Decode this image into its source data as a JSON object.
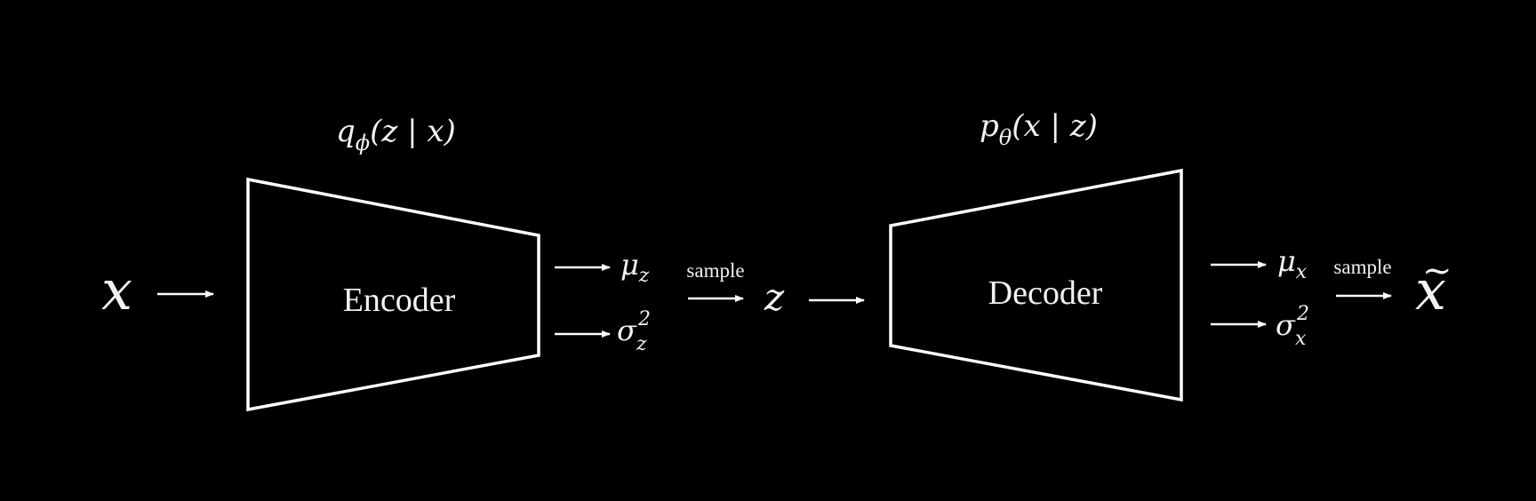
{
  "colors": {
    "background": "#000000",
    "foreground": "#ffffff"
  },
  "input": {
    "symbol": "x"
  },
  "encoder": {
    "label": "Encoder",
    "distribution": {
      "prefix": "q",
      "subscript": "ϕ",
      "body": "(z | x)"
    },
    "outputs": {
      "mean": {
        "symbol": "μ",
        "subscript": "z"
      },
      "variance": {
        "symbol": "σ",
        "superscript": "2",
        "subscript": "z"
      }
    }
  },
  "latent": {
    "sample_label": "sample",
    "symbol": "z"
  },
  "decoder": {
    "label": "Decoder",
    "distribution": {
      "prefix": "p",
      "subscript": "θ",
      "body": "(x | z)"
    },
    "outputs": {
      "mean": {
        "symbol": "μ",
        "subscript": "x"
      },
      "variance": {
        "symbol": "σ",
        "superscript": "2",
        "subscript": "x"
      }
    }
  },
  "output": {
    "sample_label": "sample",
    "symbol": "x",
    "accent": "~"
  }
}
